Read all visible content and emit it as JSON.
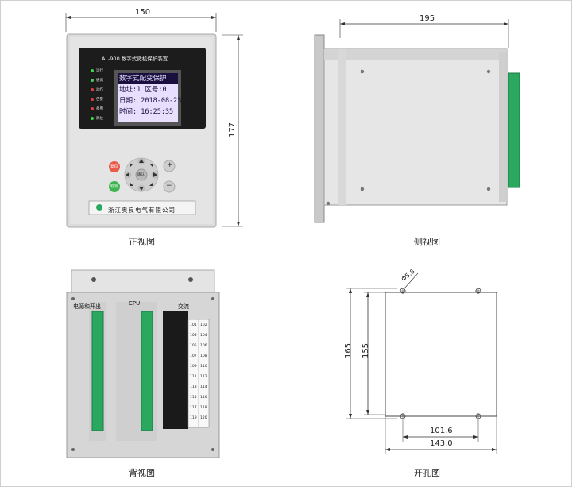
{
  "front_view": {
    "caption": "正视图",
    "width_dim": "150",
    "height_dim": "177",
    "panel_title": "AL-900 数字式微机保护装置",
    "lcd_lines": [
      "数字式配变保护",
      "地址:1   区号:0",
      "日期: 2018-08-23",
      "时间: 16:25:35"
    ],
    "leds": [
      {
        "label": "运行",
        "color": "#3fd24a"
      },
      {
        "label": "通讯",
        "color": "#3fd24a"
      },
      {
        "label": "动作",
        "color": "#e0403a"
      },
      {
        "label": "告警",
        "color": "#e0403a"
      },
      {
        "label": "备用",
        "color": "#e0403a"
      },
      {
        "label": "跳位",
        "color": "#3fd24a"
      }
    ],
    "btn_reset": "复归",
    "btn_confirm": "取消",
    "btn_enter": "确认",
    "btn_plus": "+",
    "btn_minus": "−",
    "company": "浙江奥良电气有限公司"
  },
  "side_view": {
    "caption": "侧视图",
    "depth_dim": "195"
  },
  "rear_view": {
    "caption": "背视图",
    "sections": [
      "电源和开出",
      "CPU",
      "交流"
    ],
    "terminal_numbers": [
      [
        "101",
        "102"
      ],
      [
        "103",
        "104"
      ],
      [
        "105",
        "106"
      ],
      [
        "107",
        "108"
      ],
      [
        "109",
        "110"
      ],
      [
        "111",
        "112"
      ],
      [
        "113",
        "114"
      ],
      [
        "115",
        "116"
      ],
      [
        "117",
        "118"
      ],
      [
        "119",
        "120"
      ]
    ]
  },
  "cutout_view": {
    "caption": "开孔图",
    "hole_dim": "Φ5.6",
    "outer_height": "165",
    "inner_height": "155",
    "inner_width": "101.6",
    "outer_width": "143.0"
  },
  "colors": {
    "panel": "#d9d9d9",
    "terminal_green": "#2aa860",
    "lcd_bg": "#e8dfff"
  }
}
